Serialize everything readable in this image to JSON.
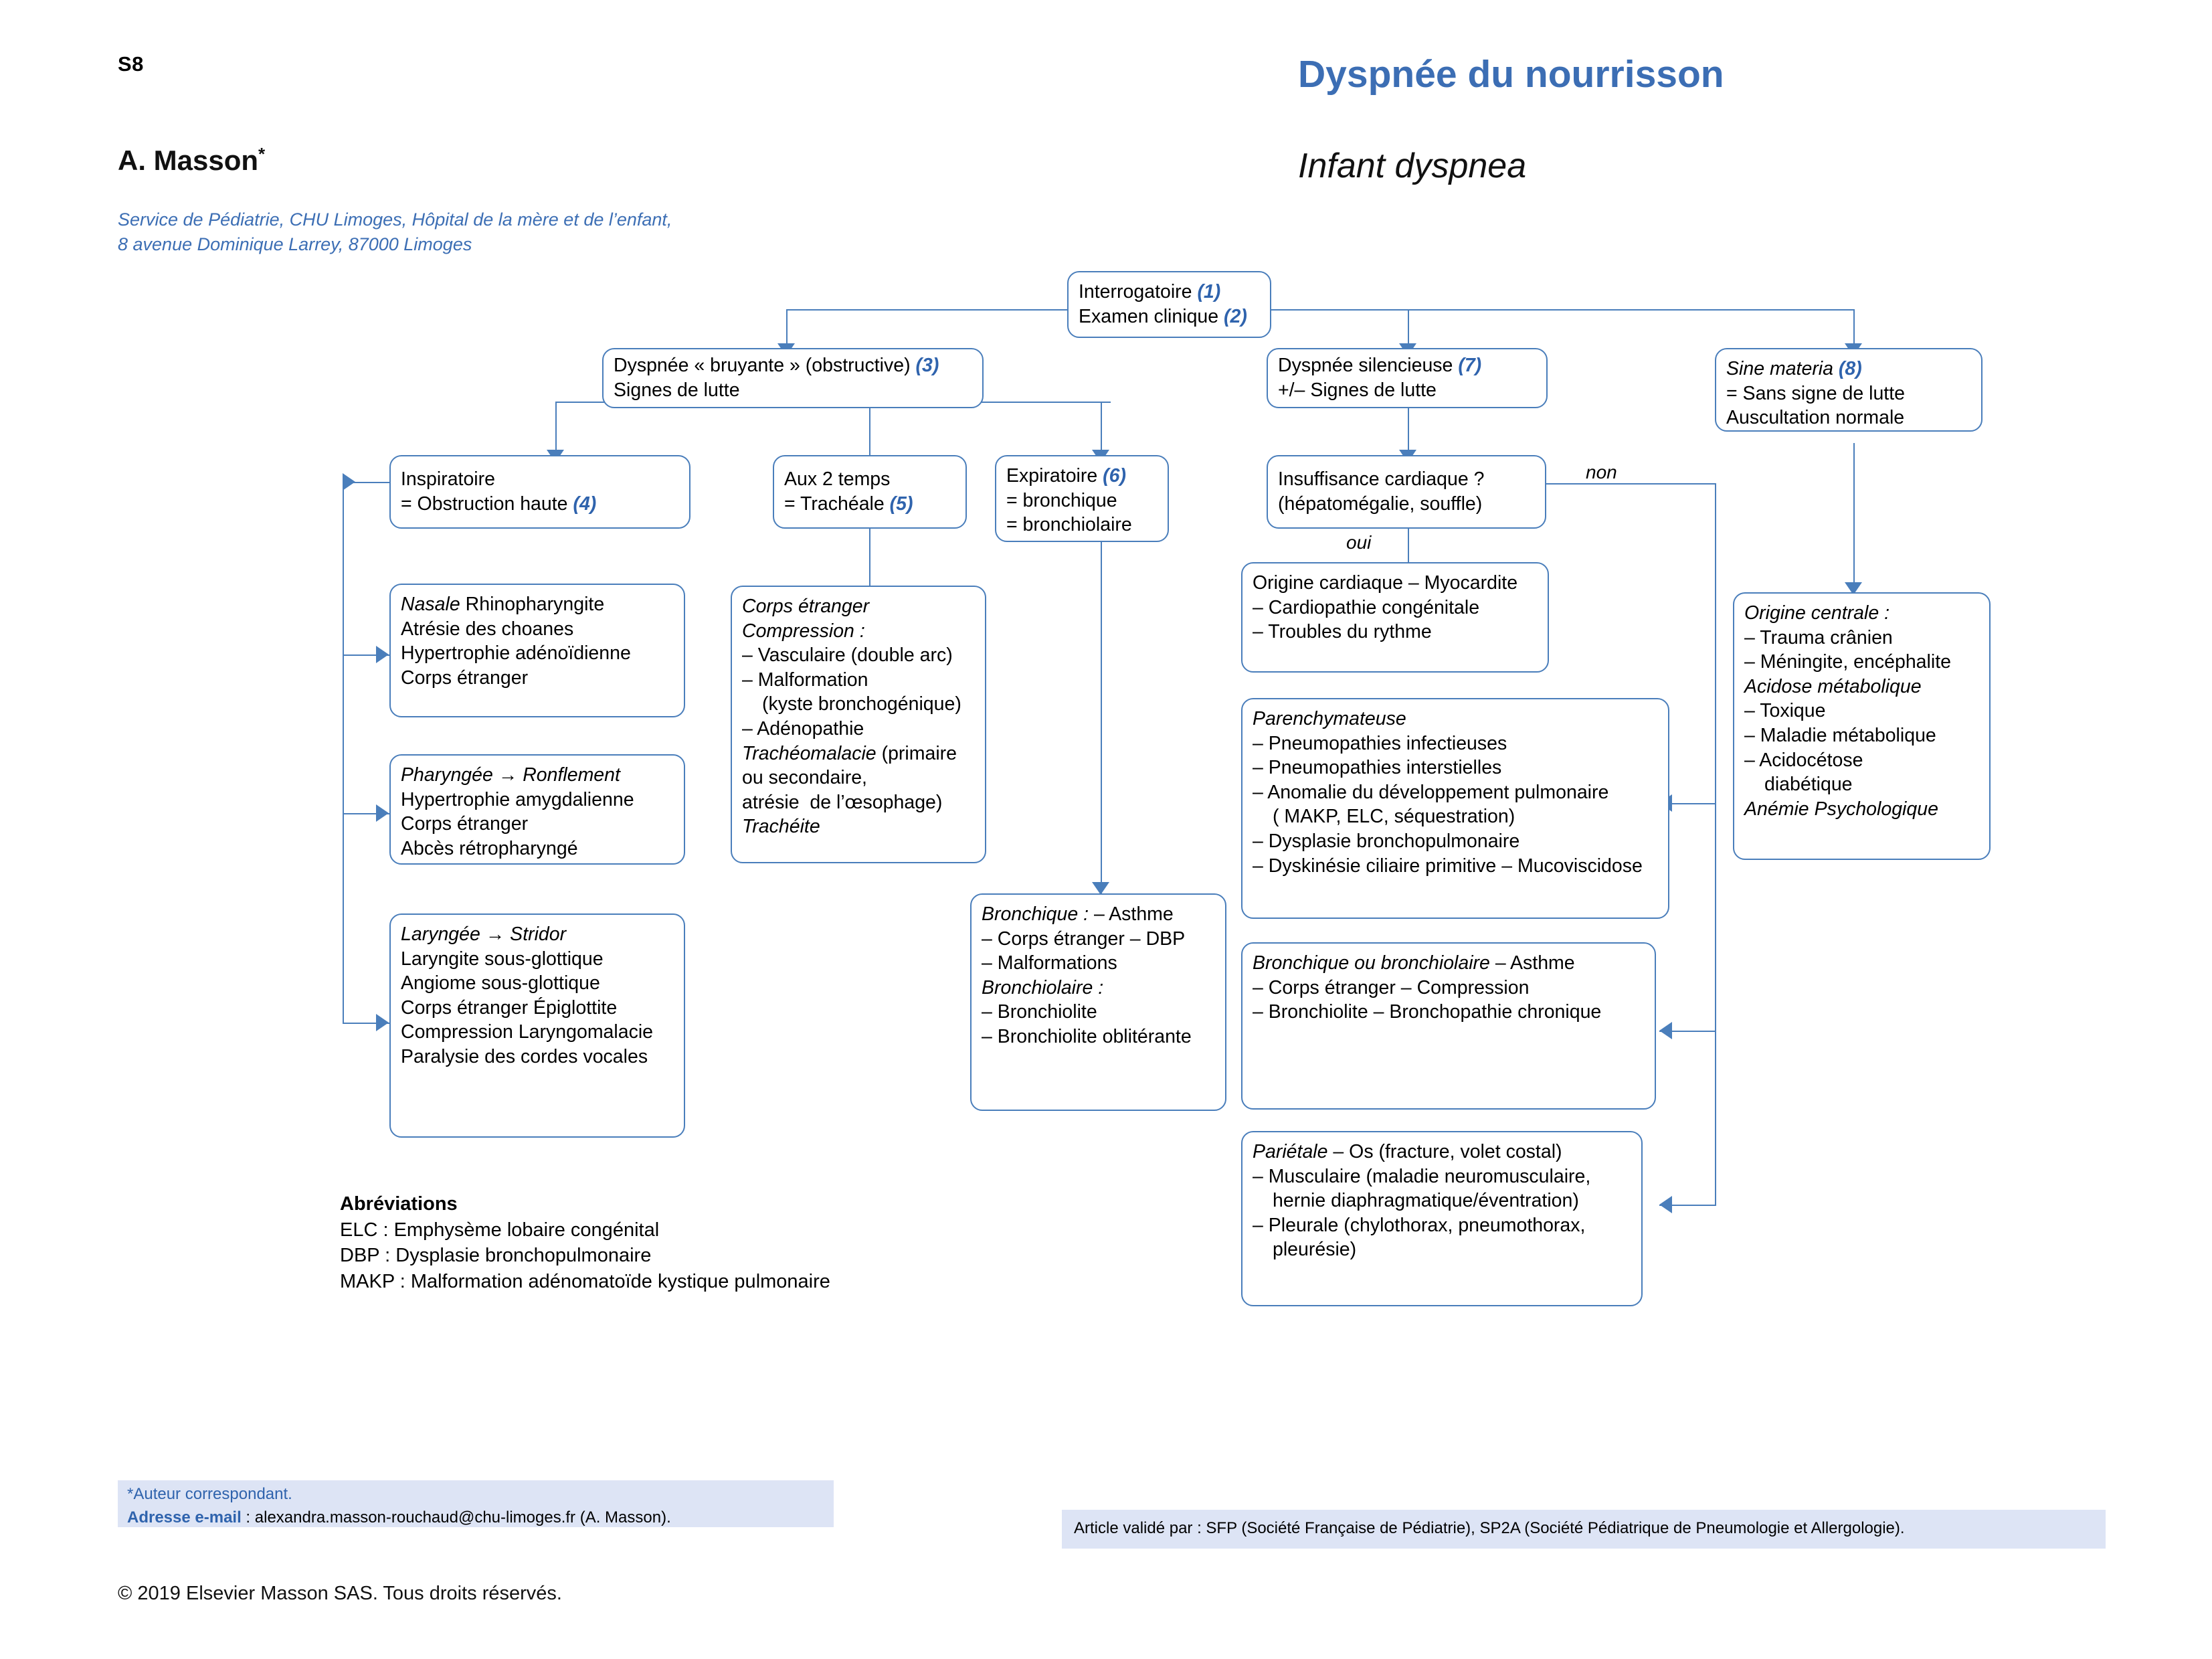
{
  "header": {
    "folio": "S8",
    "title_fr": "Dyspnée du nourrisson",
    "title_en": "Infant dyspnea",
    "author": "A. Masson",
    "author_marker": "*",
    "affiliation_line1": "Service de Pédiatrie, CHU Limoges, Hôpital de la mère et de l’enfant,",
    "affiliation_line2": "8 avenue Dominique Larrey, 87000 Limoges"
  },
  "flowchart": {
    "root": {
      "line1": "Interrogatoire ",
      "num1": "(1)",
      "line2": "Examen clinique ",
      "num2": "(2)"
    },
    "branch_obstructive": {
      "line1": "Dyspnée « bruyante » (obstructive) ",
      "num1": "(3)",
      "line2": "Signes de lutte"
    },
    "branch_silent": {
      "line1": "Dyspnée silencieuse ",
      "num1": "(7)",
      "line2": "+/– Signes de lutte"
    },
    "branch_sine": {
      "line1": "Sine materia ",
      "num1": "(8)",
      "line2": "= Sans signe de lutte",
      "line3": "Auscultation normale"
    },
    "inspiratoire": {
      "line1": "Inspiratoire",
      "line2": "= Obstruction haute ",
      "num1": "(4)"
    },
    "aux2temps": {
      "line1": "Aux 2 temps",
      "line2": "= Trachéale ",
      "num1": "(5)"
    },
    "expiratoire": {
      "line1": "Expiratoire ",
      "num1": "(6)",
      "line2": "= bronchique",
      "line3": "= bronchiolaire"
    },
    "nasale": {
      "head": "Nasale",
      "items": [
        "Rhinopharyngite",
        "Atrésie des choanes",
        "Hypertrophie adénoïdienne",
        "Corps étranger"
      ]
    },
    "pharyngee": {
      "head": "Pharyngée → Ronflement",
      "items": [
        "Hypertrophie amygdalienne",
        "Corps étranger",
        "Abcès rétropharyngé"
      ]
    },
    "laryngee": {
      "head": "Laryngée → Stridor",
      "items": [
        "Laryngite sous-glottique",
        "Angiome sous-glottique",
        "Corps étranger",
        "Épiglottite",
        "Compression",
        "Laryngomalacie",
        "Paralysie des cordes vocales"
      ]
    },
    "tracheal": {
      "head1": "Corps étranger",
      "head2": "Compression :",
      "items": [
        "– Vasculaire (double arc)",
        "– Malformation"
      ],
      "sub1": "(kyste bronchogénique)",
      "item3": "– Adénopathie",
      "head3_italic": "Trachéomalacie",
      "head3_rest": " (primaire",
      "line_b": "ou secondaire,",
      "line_c": "atrésie  de l’œsophage)",
      "head4": "Trachéite"
    },
    "bronchique_box": {
      "head1": "Bronchique :",
      "items1": [
        "– Asthme",
        "– Corps étranger",
        "– DBP",
        "– Malformations"
      ],
      "head2": "Bronchiolaire :",
      "items2": [
        "– Bronchiolite",
        "– Bronchiolite oblitérante"
      ]
    },
    "insuffisance": {
      "line1": "Insuffisance cardiaque ?",
      "line2": "(hépatomégalie, souffle)"
    },
    "edge_non": "non",
    "edge_oui": "oui",
    "origine_cardiaque": {
      "head": "Origine cardiaque",
      "items": [
        "– Myocardite",
        "– Cardiopathie congénitale",
        "– Troubles du rythme"
      ]
    },
    "parenchymateuse": {
      "head": "Parenchymateuse",
      "items": [
        "– Pneumopathies infectieuses",
        "– Pneumopathies interstielles",
        "– Anomalie du développement pulmonaire"
      ],
      "sub": "( MAKP, ELC, séquestration)",
      "items2": [
        "– Dysplasie bronchopulmonaire",
        "– Dyskinésie ciliaire primitive",
        "– Mucoviscidose"
      ]
    },
    "bronchique_ou_bronchiolaire": {
      "head": "Bronchique ou bronchiolaire",
      "items": [
        "– Asthme",
        "– Corps étranger",
        "– Compression",
        "– Bronchiolite",
        "– Bronchopathie chronique"
      ]
    },
    "parietale": {
      "head": "Pariétale",
      "item1": "– Os (fracture, volet costal)",
      "item2": "– Musculaire (maladie neuromusculaire,",
      "item2b": "hernie diaphragmatique/éventration)",
      "item3": "– Pleurale (chylothorax, pneumothorax,",
      "item3b": "pleurésie)"
    },
    "origine_centrale": {
      "head": "Origine centrale :",
      "items": [
        "– Trauma crânien",
        "– Méningite, encéphalite"
      ],
      "head2": "Acidose métabolique",
      "items2": [
        "– Toxique",
        "– Maladie métabolique",
        "– Acidocétose"
      ],
      "sub2": "diabétique",
      "head3": "Anémie",
      "head4": "Psychologique"
    }
  },
  "abbreviations": {
    "heading": "Abréviations",
    "items": [
      "ELC : Emphysème lobaire congénital",
      "DBP : Dysplasie bronchopulmonaire",
      "MAKP : Malformation adénomatoïde kystique pulmonaire"
    ]
  },
  "footer": {
    "corresponding_author": "*Auteur correspondant.",
    "email_label": "Adresse e-mail",
    "email_value": " : alexandra.masson-rouchaud@chu-limoges.fr (A. Masson).",
    "validation": "Article validé par : SFP (Société Française de Pédiatrie), SP2A (Société Pédiatrique de Pneumologie et Allergologie).",
    "copyright": "© 2019 Elsevier Masson SAS. Tous droits réservés."
  },
  "colors": {
    "accent_blue": "#3c6eb4",
    "box_border": "#4a7ebb",
    "footer_bg": "#dde4f5"
  }
}
